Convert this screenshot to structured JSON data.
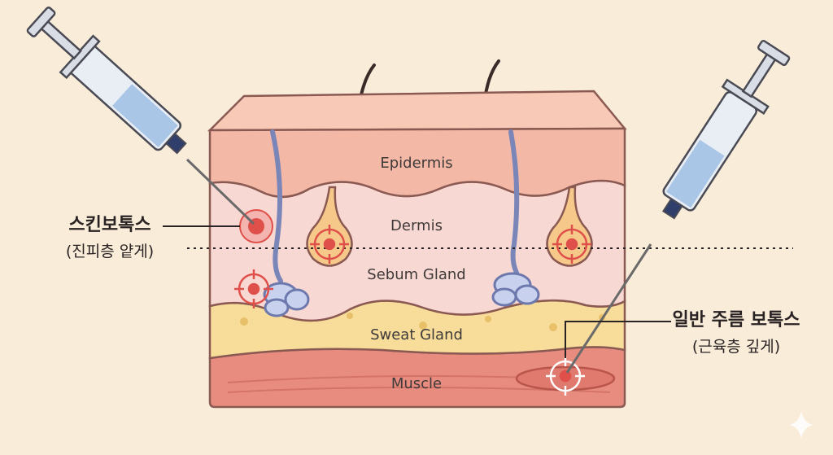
{
  "diagram": {
    "layers": {
      "epidermis": "Epidermis",
      "dermis": "Dermis",
      "sebum_gland": "Sebum Gland",
      "sweat_gland": "Sweat Gland",
      "muscle": "Muscle"
    },
    "callouts": {
      "skin_botox_title": "스킨보톡스",
      "skin_botox_depth": "(진피층 얕게)",
      "wrinkle_botox_title": "일반 주름 보톡스",
      "wrinkle_botox_depth": "(근육층 깊게)"
    }
  },
  "colors": {
    "background": "#f9ecd9",
    "epidermis": "#f3b8a6",
    "dermis": "#f8d8d2",
    "fat": "#f7dc9a",
    "muscle": "#e98c80",
    "outline": "#8a5a52",
    "target": "#e0504a",
    "syringe_fluid": "#a9c6e6"
  }
}
